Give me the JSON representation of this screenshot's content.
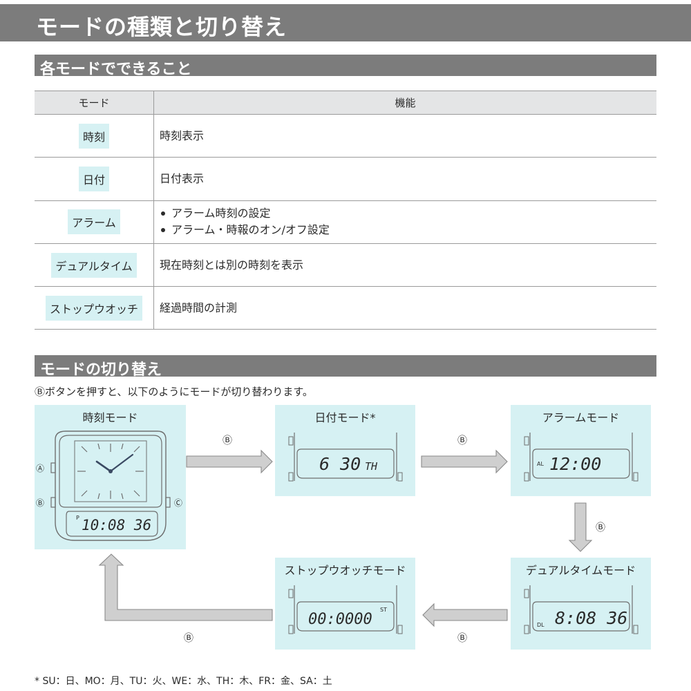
{
  "header": {
    "title": "モードの種類と切り替え"
  },
  "section_functions": {
    "title": "各モードでできること",
    "table": {
      "headers": [
        "モード",
        "機能"
      ],
      "rows": [
        {
          "mode": "時刻",
          "lines": [
            "時刻表示"
          ],
          "bulleted": false
        },
        {
          "mode": "日付",
          "lines": [
            "日付表示"
          ],
          "bulleted": false
        },
        {
          "mode": "アラーム",
          "lines": [
            "アラーム時刻の設定",
            "アラーム・時報のオン/オフ設定"
          ],
          "bulleted": true
        },
        {
          "mode": "デュアルタイム",
          "lines": [
            "現在時刻とは別の時刻を表示"
          ],
          "bulleted": false
        },
        {
          "mode": "ストップウオッチ",
          "lines": [
            "経過時間の計測"
          ],
          "bulleted": false
        }
      ]
    }
  },
  "section_switch": {
    "title": "モードの切り替え",
    "intro": "Ⓑボタンを押すと、以下のようにモードが切り替わります。",
    "button_label": "Ⓑ",
    "panels": {
      "time": {
        "label": "時刻モード",
        "lcd": "10:08 36",
        "indicator": "P",
        "buttons": [
          "Ⓐ",
          "Ⓑ",
          "Ⓒ"
        ]
      },
      "date": {
        "label": "日付モード*",
        "lcd": "6 30",
        "suffix": "TH"
      },
      "alarm": {
        "label": "アラームモード",
        "lcd": "12:00",
        "indicator": "AL"
      },
      "dual": {
        "label": "デュアルタイムモード",
        "lcd": "8:08 36",
        "indicator": "DL"
      },
      "stopwatch": {
        "label": "ストップウオッチモード",
        "lcd": "00:0000",
        "indicator": "ST"
      }
    },
    "accent_color": "#d6f1f3",
    "arrow_color": "#c8c8c8"
  },
  "footnote": "* SU：日、MO：月、TU：火、WE：水、TH：木、FR：金、SA：土"
}
